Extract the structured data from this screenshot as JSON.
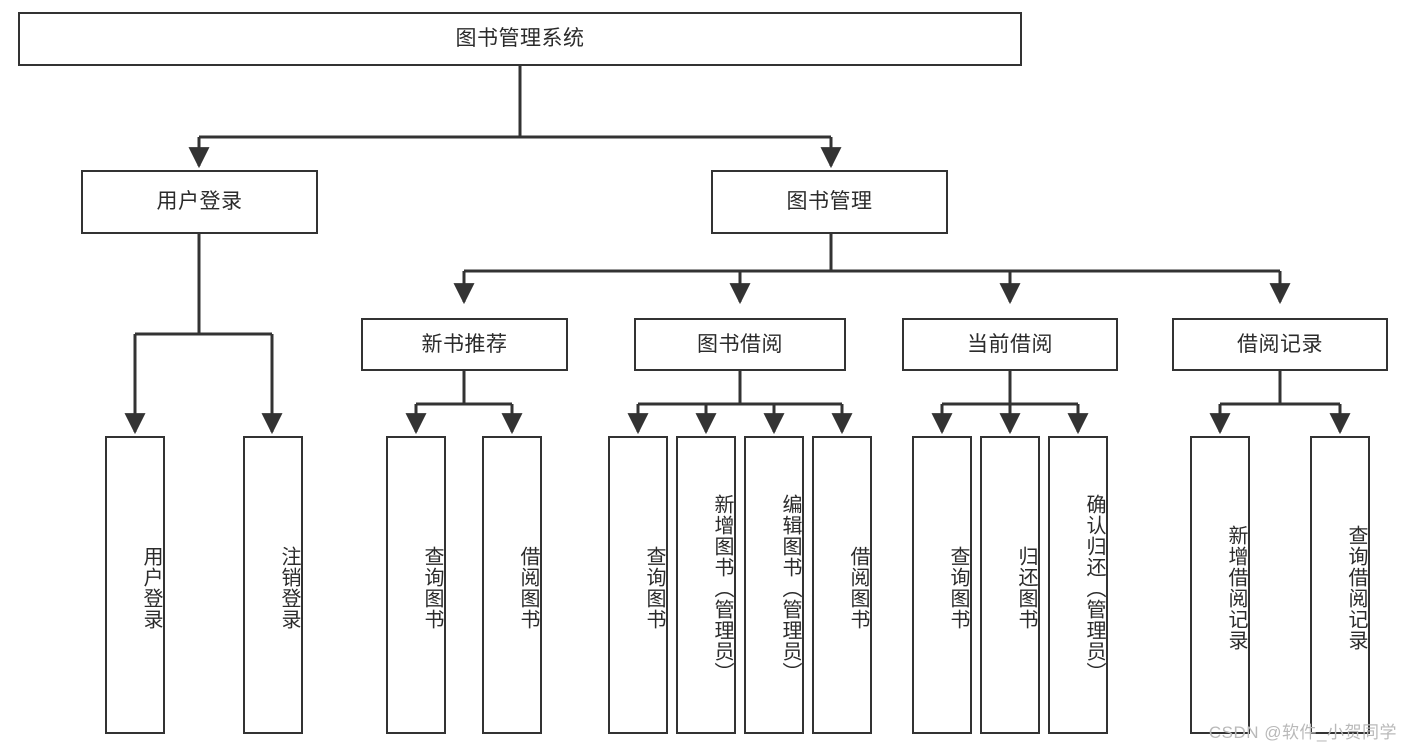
{
  "diagram": {
    "title": "图书管理系统",
    "type": "hierarchy-tree",
    "watermark": "CSDN @软件_小贺同学",
    "colors": {
      "box_border": "#333333",
      "box_fill": "#ffffff",
      "text": "#2b2b2b",
      "connector": "#333333",
      "watermark": "#b9b9b9",
      "background": "#ffffff"
    },
    "root": {
      "label": "图书管理系统"
    },
    "level2": [
      {
        "label": "用户登录"
      },
      {
        "label": "图书管理"
      }
    ],
    "level3": [
      {
        "label": "新书推荐"
      },
      {
        "label": "图书借阅"
      },
      {
        "label": "当前借阅"
      },
      {
        "label": "借阅记录"
      }
    ],
    "leaves": {
      "user_login": [
        {
          "label": "用户登录"
        },
        {
          "label": "注销登录"
        }
      ],
      "new_book_recommend": [
        {
          "label": "查询图书"
        },
        {
          "label": "借阅图书"
        }
      ],
      "book_borrow": [
        {
          "label": "查询图书"
        },
        {
          "label": "新增图书（管理员）"
        },
        {
          "label": "编辑图书（管理员）"
        },
        {
          "label": "借阅图书"
        }
      ],
      "current_borrow": [
        {
          "label": "查询图书"
        },
        {
          "label": "归还图书"
        },
        {
          "label": "确认归还（管理员）"
        }
      ],
      "borrow_record": [
        {
          "label": "新增借阅记录"
        },
        {
          "label": "查询借阅记录"
        }
      ]
    }
  }
}
